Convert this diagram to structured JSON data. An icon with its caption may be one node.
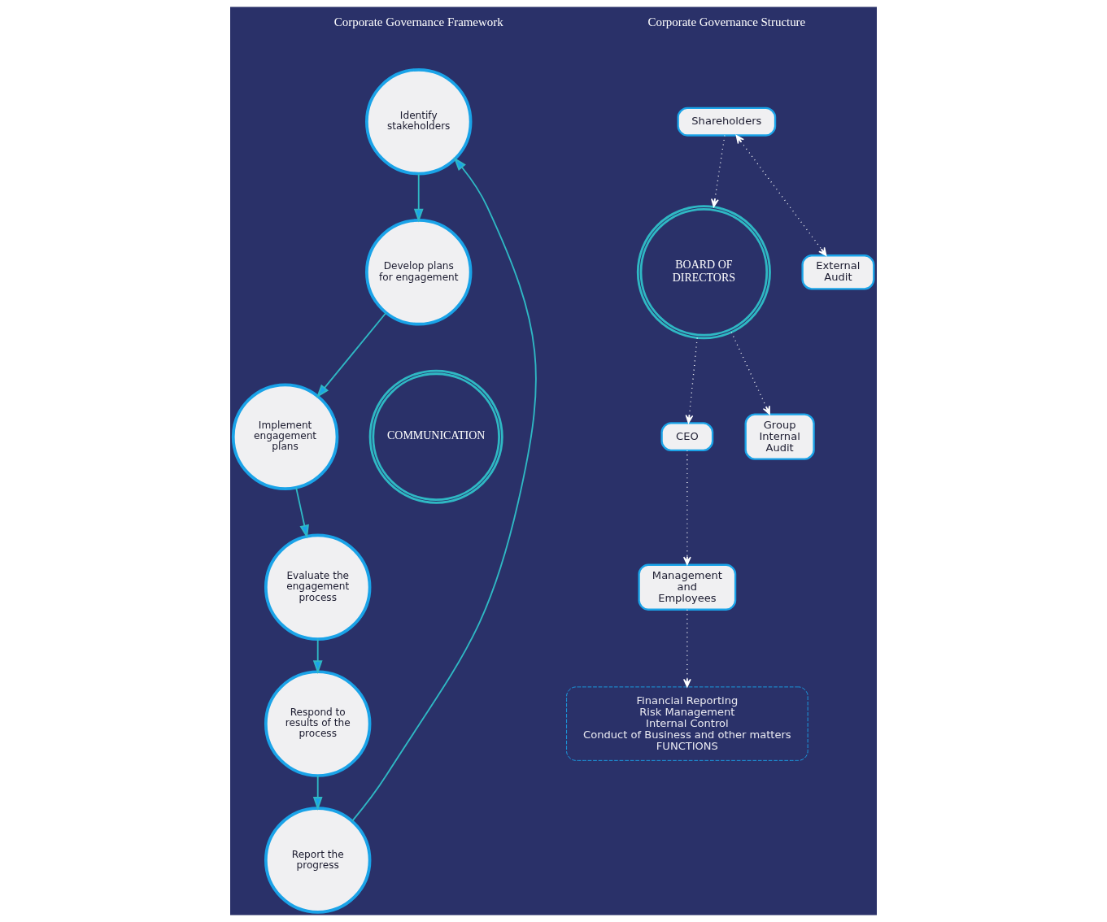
{
  "diagram": {
    "nodes": [
      {
        "text": [
          "Identify stakeholders"
        ]
      },
      {
        "text": [
          "Develop plans for engagement"
        ]
      },
      {
        "text": [
          "Implement engagement plans"
        ]
      },
      {
        "text": [
          "Evaluate the engagement process"
        ]
      },
      {
        "text": [
          "Respond to results of the process"
        ]
      },
      {
        "text": [
          "Report the progress"
        ]
      },
      {
        "text": [
          "COMMUNICATION"
        ]
      },
      {
        "text": [
          "Shareholders"
        ]
      },
      {
        "text": [
          "BOARD OF DIRECTORS"
        ]
      },
      {
        "text": [
          "External Audit"
        ]
      },
      {
        "text": [
          "CEO"
        ]
      },
      {
        "text": [
          "Group Internal Audit"
        ]
      },
      {
        "text": [
          "Management and Employees"
        ]
      },
      {
        "text": [
          "Financial Reporting",
          "Risk Management",
          "Internal Control",
          "Conduct of Business and other matters",
          "FUNCTIONS"
        ]
      }
    ],
    "edges": [
      {
        "from": 0,
        "to": 1,
        "arrow": "to"
      },
      {
        "from": 1,
        "to": 2,
        "arrow": "to"
      },
      {
        "from": 2,
        "to": 3,
        "arrow": "to"
      },
      {
        "from": 3,
        "to": 4,
        "arrow": "to"
      },
      {
        "from": 4,
        "to": 5,
        "arrow": "to"
      },
      {
        "from": 5,
        "to": 0,
        "arrow": "to"
      },
      {
        "from": 7,
        "to": 8,
        "arrow": "to",
        "style": "dashed",
        "color": "#ffffff"
      },
      {
        "from": 7,
        "to": 9,
        "arrow": "both",
        "style": "dashed",
        "color": "#ffffff"
      },
      {
        "from": 8,
        "to": 10,
        "arrow": "to",
        "style": "dashed",
        "color": "#ffffff"
      },
      {
        "from": 8,
        "to": 11,
        "arrow": "to",
        "style": "dashed",
        "color": "#ffffff"
      },
      {
        "from": 10,
        "to": 12,
        "arrow": "to",
        "style": "dashed",
        "color": "#ffffff"
      },
      {
        "from": 12,
        "to": 13,
        "arrow": "to",
        "style": "dashed",
        "color": "#ffffff"
      }
    ],
    "labels": [
      "Corporate Governance Framework",
      "Corporate Governance Structure"
    ]
  }
}
